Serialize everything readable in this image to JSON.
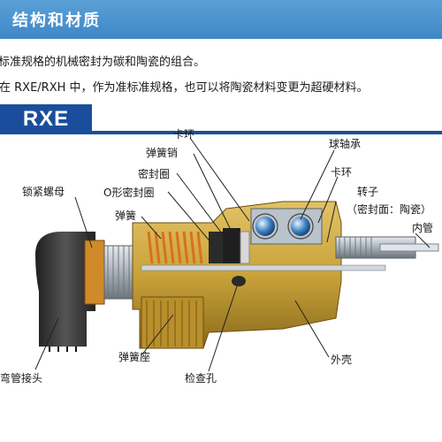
{
  "header": {
    "title": "结构和材质"
  },
  "intro": {
    "line1": "标准规格的机械密封为碳和陶瓷的组合。",
    "line2": "在 RXE/RXH 中，作为准标准规格，也可以将陶瓷材料变更为超硬材料。"
  },
  "model": {
    "name": "RXE"
  },
  "labels": {
    "clip_ring_top": "卡环",
    "spring_pin": "弹簧销",
    "seal_ring": "密封圈",
    "o_ring": "O形密封圈",
    "spring": "弹簧",
    "lock_nut": "锁紧螺母",
    "ball_bearing": "球轴承",
    "clip_ring_right": "卡环",
    "rotor": "转子",
    "rotor_note": "（密封面：陶瓷）",
    "inner_pipe": "内管",
    "spring_seat": "弹簧座",
    "outer_shell": "外壳",
    "elbow_joint": "弯管接头",
    "inspection_hole": "检查孔"
  },
  "colors": {
    "header": "#4a93d0",
    "badge": "#1a4e9c",
    "housing_gold": "#c9a33a",
    "steel": "#9aa3ab",
    "elbow": "#3a3a3a",
    "spring_orange": "#d9701e"
  }
}
